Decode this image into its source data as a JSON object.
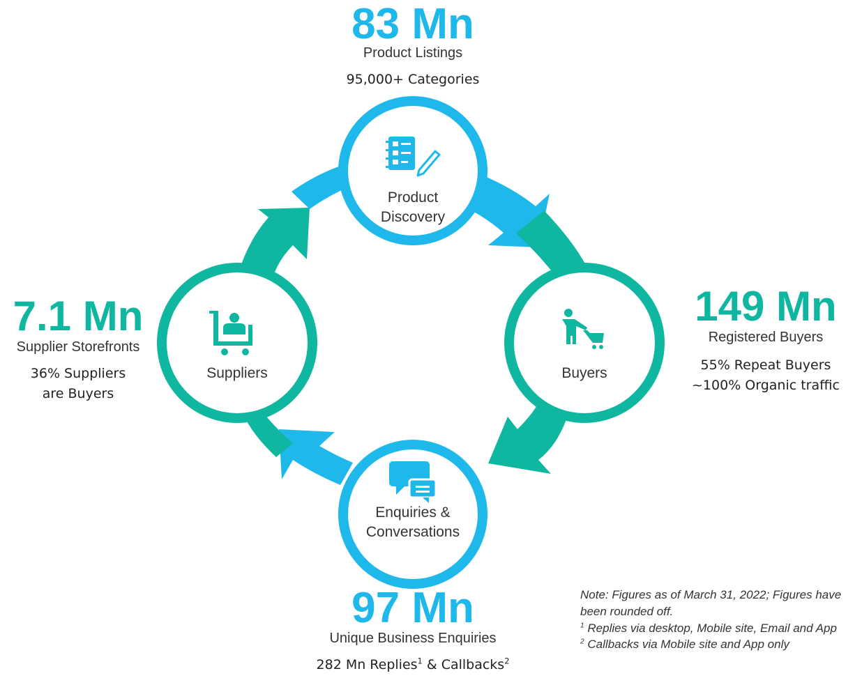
{
  "colors": {
    "blue": "#1EB8EB",
    "teal": "#0FB7A0"
  },
  "nodes": {
    "top": {
      "label_line1": "Product",
      "label_line2": "Discovery",
      "icon": "checklist-icon"
    },
    "right": {
      "label": "Buyers",
      "icon": "buyer-cart-icon"
    },
    "bottom": {
      "label_line1": "Enquiries &",
      "label_line2": "Conversations",
      "icon": "chat-bubbles-icon"
    },
    "left": {
      "label": "Suppliers",
      "icon": "supplier-cart-icon"
    }
  },
  "stats": {
    "top": {
      "value": "83 Mn",
      "label": "Product Listings",
      "detail": "95,000+ Categories"
    },
    "right": {
      "value": "149 Mn",
      "label": "Registered Buyers",
      "detail1": "55% Repeat Buyers",
      "detail2": "~100% Organic traffic"
    },
    "left": {
      "value": "7.1 Mn",
      "label": "Supplier Storefronts",
      "detail1": "36% Suppliers",
      "detail2": "are Buyers"
    },
    "bottom": {
      "value": "97 Mn",
      "label": "Unique Business Enquiries",
      "detail_part1": "282 Mn Replies",
      "sup1": "1",
      "detail_part2": " & Callbacks",
      "sup2": "2"
    }
  },
  "notes": {
    "line1": "Note: Figures as of March 31, 2022; Figures have",
    "line2": "been rounded off.",
    "fn1_mark": "1",
    "fn1": " Replies via desktop, Mobile site, Email and App",
    "fn2_mark": "2",
    "fn2": " Callbacks via Mobile site and App only"
  }
}
